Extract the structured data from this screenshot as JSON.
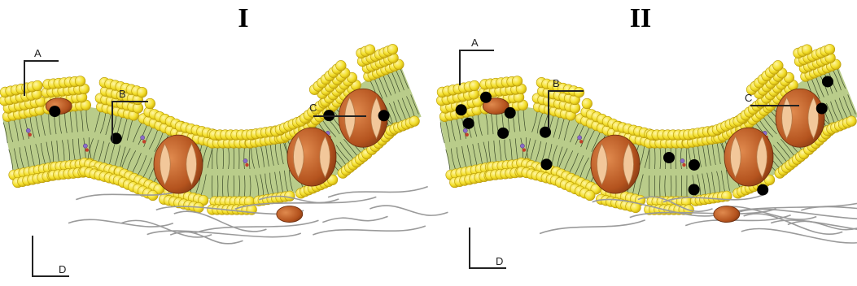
{
  "panels": [
    {
      "title": "I",
      "labels": {
        "a": "A",
        "b": "B",
        "c": "C",
        "d": "D"
      },
      "black_particle_count": 4
    },
    {
      "title": "II",
      "labels": {
        "a": "A",
        "b": "B",
        "c": "C",
        "d": "D"
      },
      "black_particle_count": 13
    }
  ],
  "colors": {
    "phospholipid_head": "#f3df2b",
    "head_outline": "#b89a07",
    "lipid_tail_band": "#b9cc8a",
    "protein": "#b4531e",
    "protein_light": "#f2c79a",
    "cytoskeleton": "#9a9a9a",
    "particle": "#000000",
    "label_line": "#222222"
  }
}
